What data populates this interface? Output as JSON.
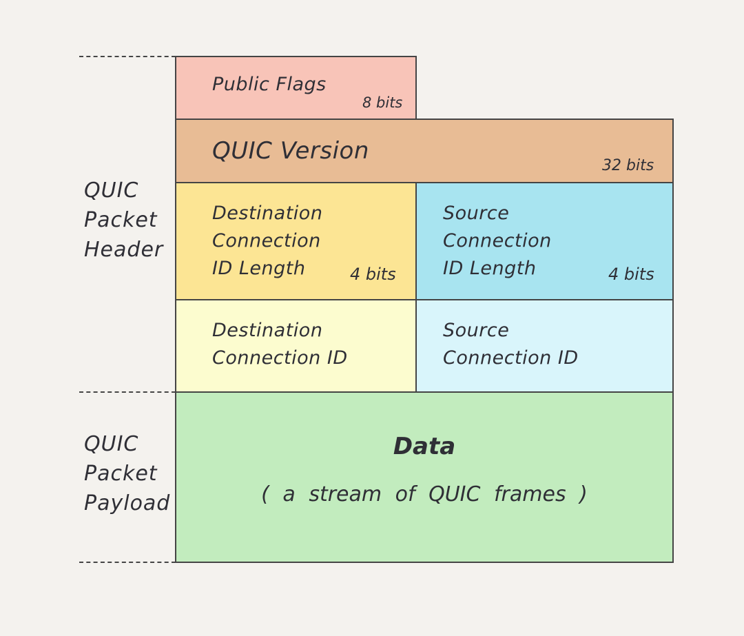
{
  "header_label": [
    "QUIC",
    "Packet",
    "Header"
  ],
  "payload_label": [
    "QUIC",
    "Packet",
    "Payload"
  ],
  "fields": {
    "public_flags": {
      "name": [
        "Public Flags"
      ],
      "bits": "8 bits",
      "color": "#f8c4b8"
    },
    "quic_version": {
      "name": [
        "QUIC Version"
      ],
      "bits": "32 bits",
      "color": "#e8bc95"
    },
    "dest_conn_id_length": {
      "name": [
        "Destination",
        "Connection",
        "ID Length"
      ],
      "bits": "4 bits",
      "color": "#fce594"
    },
    "src_conn_id_length": {
      "name": [
        "Source",
        "Connection",
        "ID Length"
      ],
      "bits": "4 bits",
      "color": "#a8e4f0"
    },
    "dest_conn_id": {
      "name": [
        "Destination",
        "Connection ID"
      ],
      "color": "#fcfccf"
    },
    "src_conn_id": {
      "name": [
        "Source",
        "Connection ID"
      ],
      "color": "#d9f5fb"
    },
    "data": {
      "title": "Data",
      "subtitle": "( a stream of QUIC frames )",
      "color": "#c2ecbe"
    }
  }
}
